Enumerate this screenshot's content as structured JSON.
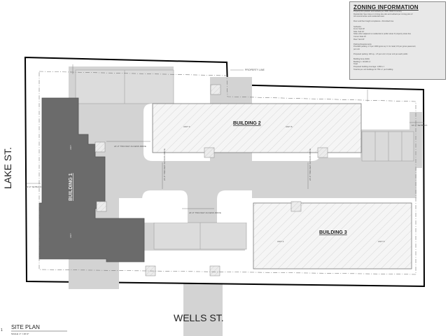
{
  "zoning": {
    "title": "ZONING INFORMATION",
    "notes": [
      "Property line position and setback per ORD. Refer to survey",
      "Residential, See notes on zoning site plan and setback per zoning plan of",
      "All reconstruction and residential uses.",
      "",
      "Floor and floor height compliance • Permitted Use",
      "",
      "Setbacks:",
      "  Front Yard      20'",
      "  Side Yard       10'",
      "  Sides when adjacent to residential or public street  0'  property street line",
      "  Corner Side     20'",
      "  Rear Yard       20'",
      "",
      "Parking Requirements",
      "  Provided parking: 1.5 per 1000 gross sq. ft. for retail; 0.5 per gross pavement;",
      "  per unit",
      "",
      "  Proposed parking: 100 sp., 1.5 per unit; 1.0 per unit per each public",
      "",
      "Building Area (GFA)",
      "  Building 1:  18,000 s.f.",
      "  Total:",
      "  Proposed building coverage: 1,803 s.f.",
      "  Total lot per unit buildings for 750 s.f. per building"
    ]
  },
  "streets": {
    "lake": "LAKE ST.",
    "wells": "WELLS ST."
  },
  "buildings": {
    "b1": "BUILDING 1",
    "b2": "BUILDING 2",
    "b3": "BUILDING 3",
    "b1_units": [
      "UNIT",
      "UNIT"
    ],
    "b2_units": [
      "UNIT 3",
      "UNIT 8"
    ],
    "b3_units": [
      "UNIT 4",
      "UNIT 5"
    ]
  },
  "labels": {
    "property_line": "PROPERTY LINE",
    "drive_top": "24'-0\" TWO-WAY ACCESS DRIVE",
    "drive_mid": "24'-0\" TWO-WAY ACCESS DRIVE",
    "drive_left": "24'-0\" TWO-WAY ACCESS DRIVE",
    "drive_right": "24'-0\" TWO-WAY ACCESS DRIVE",
    "setback_left": "20'-0\" SETBACK",
    "setback_right": "10'-0\" SETBACK"
  },
  "title_block": {
    "number": "1",
    "title": "SITE PLAN",
    "scale": "SCALE:  1\" = 20'-0\""
  }
}
